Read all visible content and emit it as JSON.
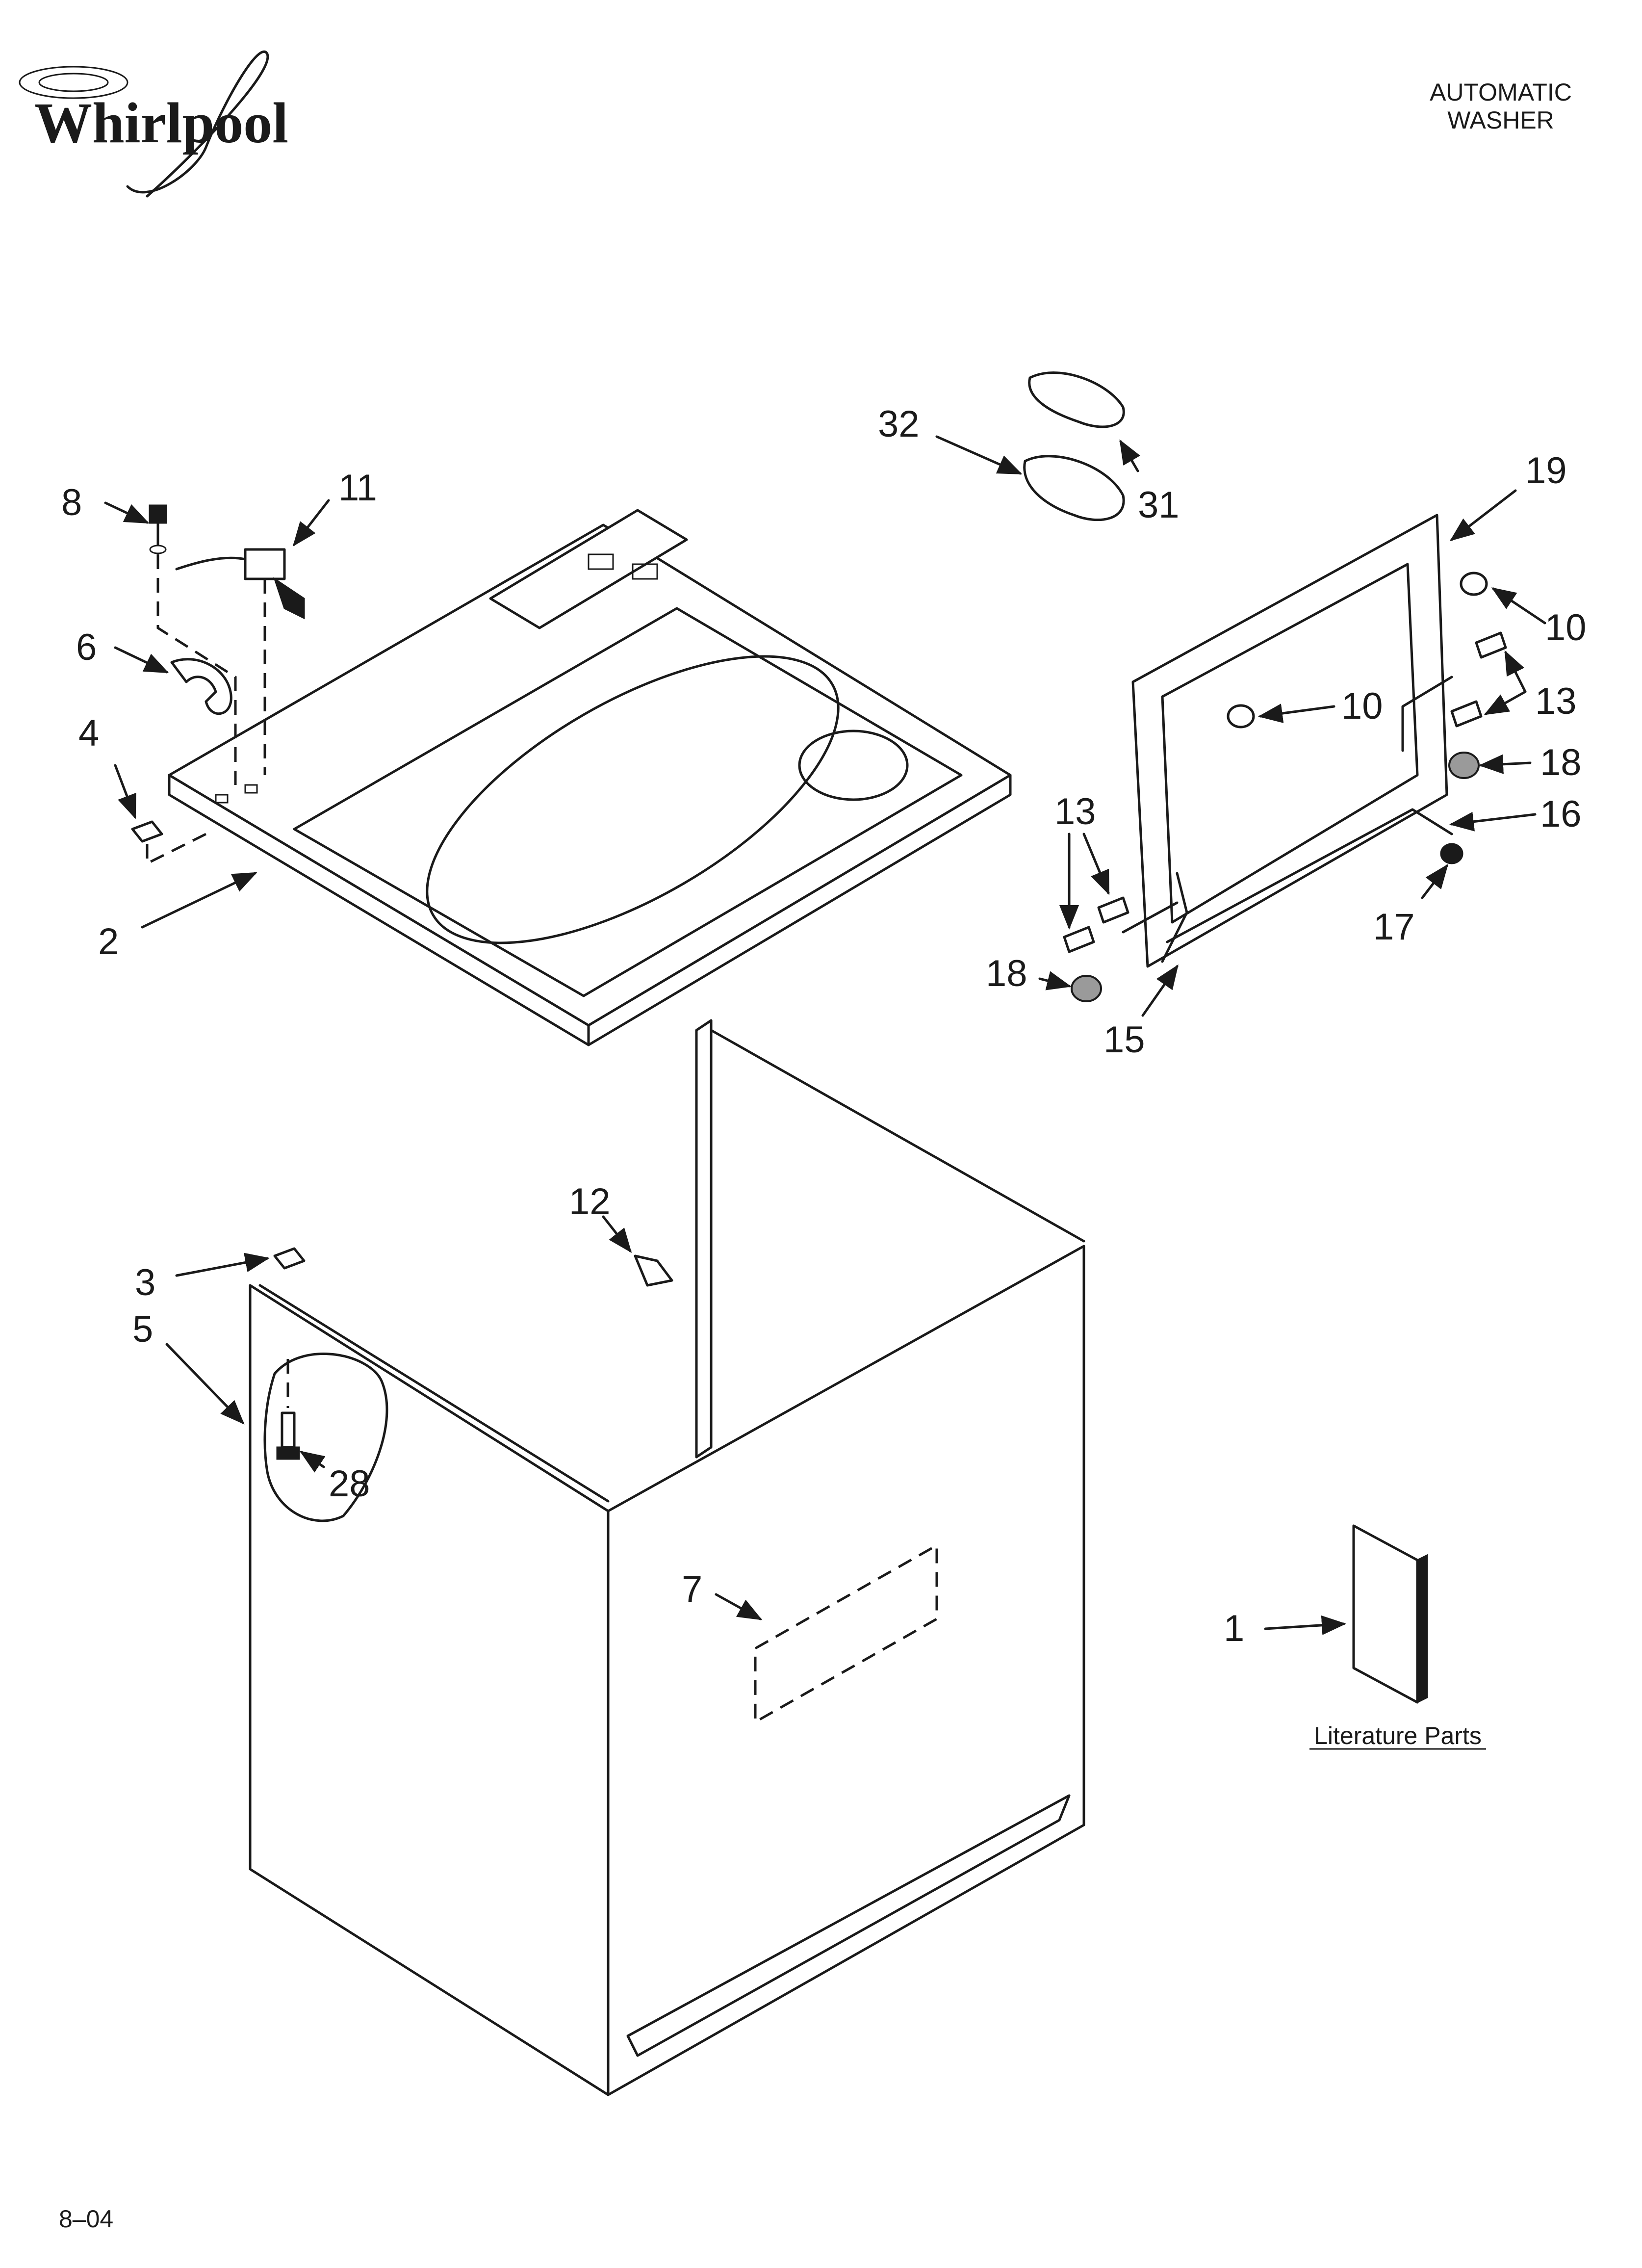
{
  "header": {
    "brand": "Whirlpool",
    "product_line1": "AUTOMATIC",
    "product_line2": "WASHER"
  },
  "callouts": {
    "c1": "1",
    "c2": "2",
    "c3": "3",
    "c4": "4",
    "c5": "5",
    "c6": "6",
    "c7": "7",
    "c8": "8",
    "c10a": "10",
    "c10b": "10",
    "c11": "11",
    "c12": "12",
    "c13a": "13",
    "c13b": "13",
    "c15": "15",
    "c16": "16",
    "c17": "17",
    "c18a": "18",
    "c18b": "18",
    "c19": "19",
    "c28": "28",
    "c31": "31",
    "c32": "32"
  },
  "literature_label": "Literature Parts",
  "footer_code": "8–04",
  "colors": {
    "line": "#1a1a1a",
    "paper": "#ffffff"
  }
}
